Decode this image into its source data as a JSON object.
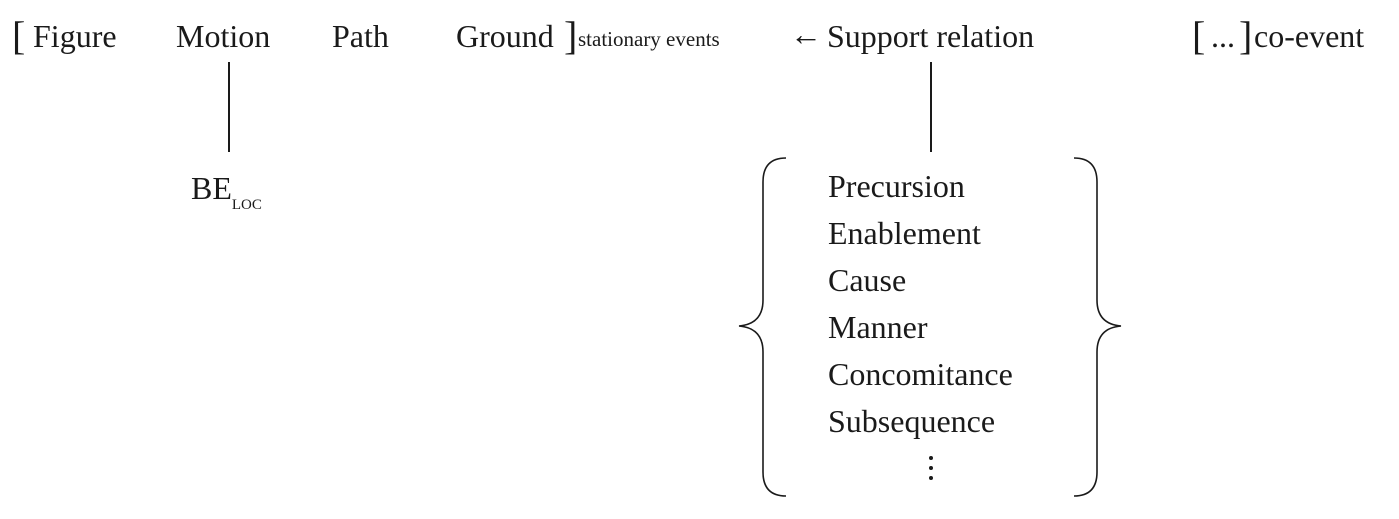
{
  "row": {
    "open_bracket": "[",
    "figure": "Figure",
    "motion": "Motion",
    "path": "Path",
    "ground": "Ground",
    "close_bracket": "]",
    "stationary_subscript": "stationary events",
    "arrow": "←",
    "support": "Support relation",
    "coevent_open": "[",
    "ellipsis": "...",
    "coevent_close": "]",
    "coevent_label": "co-event"
  },
  "be": {
    "main": "BE",
    "sub": "LOC"
  },
  "relations": [
    "Precursion",
    "Enablement",
    "Cause",
    "Manner",
    "Concomitance",
    "Subsequence"
  ]
}
